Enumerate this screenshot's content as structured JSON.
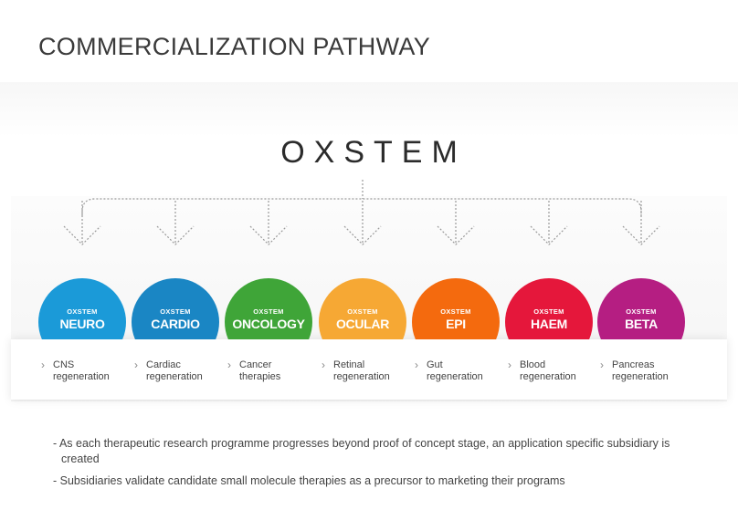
{
  "header": {
    "title": "COMMERCIALIZATION PATHWAY"
  },
  "brand": "OXSTEM",
  "subsidiaries": [
    {
      "prefix": "OXSTEM",
      "name": "NEURO",
      "color": "#1B9AD8",
      "desc_line1": "CNS",
      "desc_line2": "regeneration"
    },
    {
      "prefix": "OXSTEM",
      "name": "CARDIO",
      "color": "#1A86C4",
      "desc_line1": "Cardiac",
      "desc_line2": "regeneration"
    },
    {
      "prefix": "OXSTEM",
      "name": "ONCOLOGY",
      "color": "#3FA538",
      "desc_line1": "Cancer",
      "desc_line2": "therapies"
    },
    {
      "prefix": "OXSTEM",
      "name": "OCULAR",
      "color": "#F6A834",
      "desc_line1": "Retinal",
      "desc_line2": "regeneration"
    },
    {
      "prefix": "OXSTEM",
      "name": "EPI",
      "color": "#F46A0E",
      "desc_line1": "Gut",
      "desc_line2": "regeneration"
    },
    {
      "prefix": "OXSTEM",
      "name": "HAEM",
      "color": "#E5173B",
      "desc_line1": "Blood",
      "desc_line2": "regeneration"
    },
    {
      "prefix": "OXSTEM",
      "name": "BETA",
      "color": "#B51E82",
      "desc_line1": "Pancreas",
      "desc_line2": "regeneration"
    }
  ],
  "notes": [
    "- As each therapeutic research programme progresses beyond proof of concept stage, an application specific subsidiary is created",
    "- Subsidiaries validate candidate small molecule therapies as a precursor to marketing their programs"
  ]
}
